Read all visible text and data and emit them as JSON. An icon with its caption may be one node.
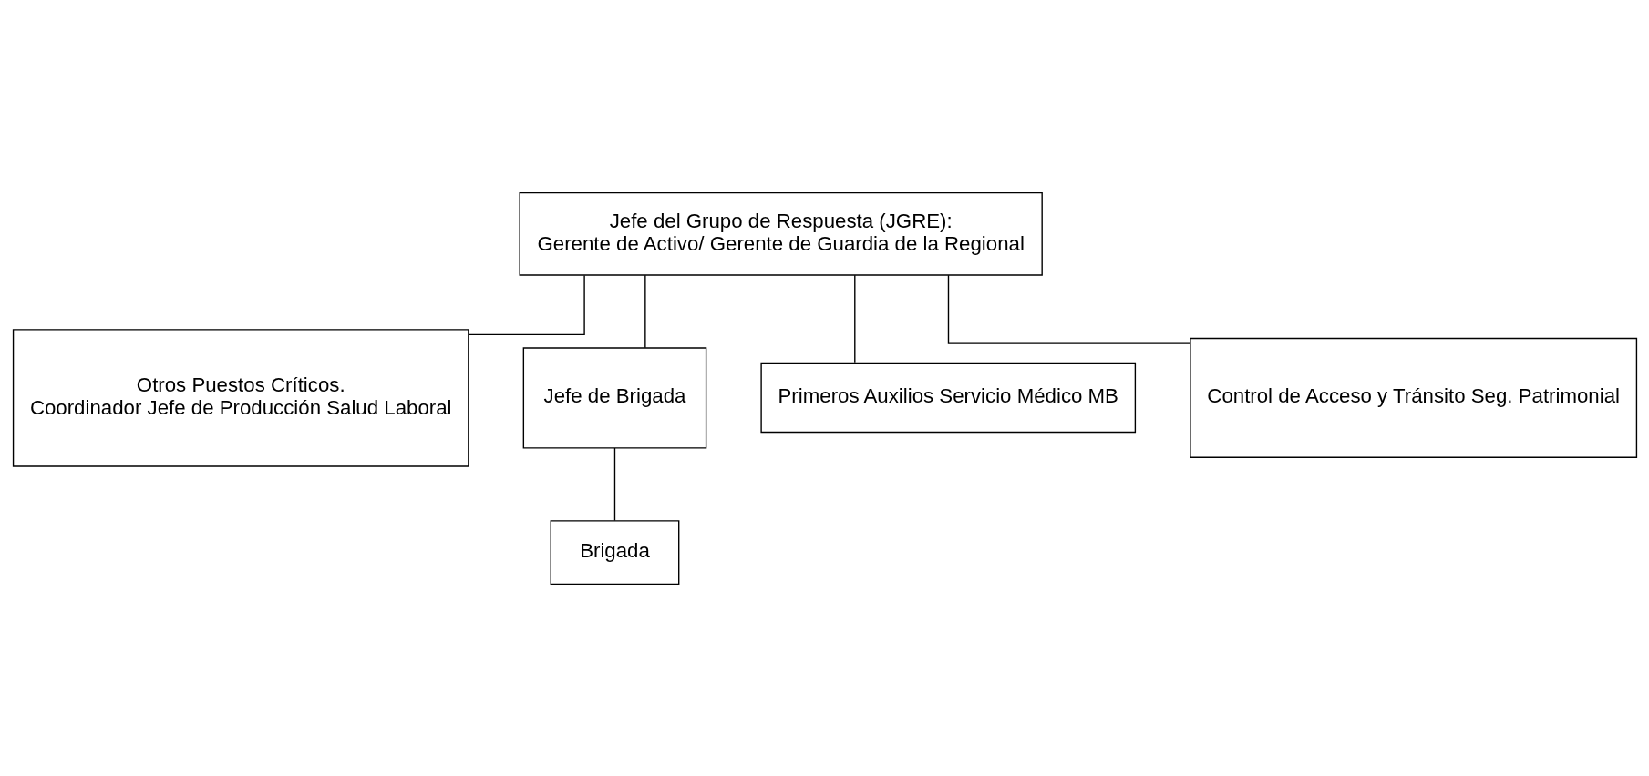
{
  "diagram": {
    "nodes": [
      {
        "text": [
          "Jefe del Grupo de Respuesta (JGRE):",
          "Gerente de Activo/ Gerente de Guardia de la Regional"
        ]
      },
      {
        "text": [
          "Otros Puestos Críticos.",
          "Coordinador Jefe de Producción Salud Laboral"
        ]
      },
      {
        "text": [
          "Jefe de Brigada"
        ]
      },
      {
        "text": [
          "Primeros Auxilios Servicio Médico MB"
        ]
      },
      {
        "text": [
          "Control de Acceso y Tránsito Seg. Patrimonial"
        ]
      },
      {
        "text": [
          "Brigada"
        ]
      }
    ],
    "edges": [
      {
        "from": 0,
        "to": 1,
        "arrow": "none"
      },
      {
        "from": 0,
        "to": 2,
        "arrow": "none"
      },
      {
        "from": 0,
        "to": 3,
        "arrow": "none"
      },
      {
        "from": 0,
        "to": 4,
        "arrow": "none"
      },
      {
        "from": 2,
        "to": 5,
        "arrow": "none"
      }
    ]
  }
}
